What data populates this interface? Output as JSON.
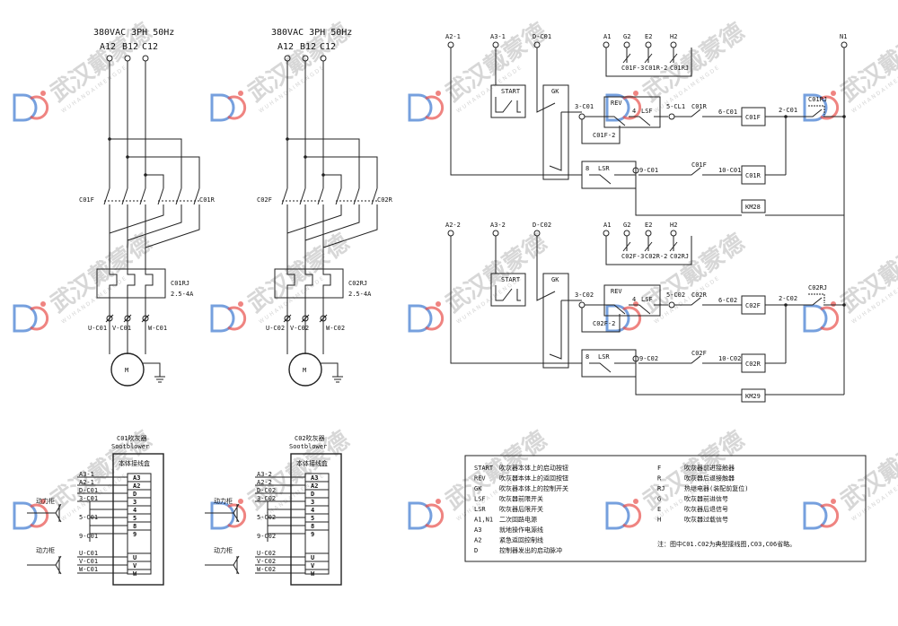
{
  "power_left": {
    "supply": "380VAC 3PH 50Hz",
    "phases": [
      "A12",
      "B12",
      "C12"
    ],
    "contactor_fwd": "C01F",
    "contactor_rev": "C01R",
    "relay": "C01RJ",
    "relay_range": "2.5-4A",
    "outputs": [
      "U-C01",
      "V-C01",
      "W-C01"
    ],
    "motor": "M"
  },
  "power_right": {
    "supply": "380VAC 3PH 50Hz",
    "phases": [
      "A12",
      "B12",
      "C12"
    ],
    "contactor_fwd": "C02F",
    "contactor_rev": "C02R",
    "relay": "C02RJ",
    "relay_range": "2.5-4A",
    "outputs": [
      "U-C02",
      "V-C02",
      "W-C02"
    ],
    "motor": "M"
  },
  "control_top": {
    "terminals": [
      "A2-1",
      "A3-1",
      "D-C01",
      "A1",
      "G2",
      "E2",
      "H2",
      "N1"
    ],
    "signals": [
      "C01F-3",
      "C01R-2",
      "C01RJ"
    ],
    "start": "START",
    "gk": "GK",
    "wire_start": "3-C01",
    "rev": "REV",
    "rev_num": "4",
    "lsf": "LSF",
    "wire_cl": "5-CL1",
    "c_rev": "C01R",
    "wire_6": "6-C01",
    "coil_f": "C01F",
    "wire_2": "2-C01",
    "rj": "C01RJ",
    "c_fwd2": "C01F-2",
    "lsr_num": "8",
    "lsr": "LSR",
    "wire_9": "9-C01",
    "c_fwd": "C01F",
    "wire_10": "10-C01",
    "coil_r": "C01R",
    "km": "KM28"
  },
  "control_bottom": {
    "terminals": [
      "A2-2",
      "A3-2",
      "D-C02",
      "A1",
      "G2",
      "E2",
      "H2"
    ],
    "signals": [
      "C02F-3",
      "C02R-2",
      "C02RJ"
    ],
    "start": "START",
    "gk": "GK",
    "wire_start": "3-C02",
    "rev": "REV",
    "rev_num": "4",
    "lsf": "LSF",
    "wire_cl": "5-C02",
    "c_rev": "C02R",
    "wire_6": "6-C02",
    "coil_f": "C02F",
    "wire_2": "2-C02",
    "rj": "C02RJ",
    "c_fwd2": "C02F-2",
    "lsr_num": "8",
    "lsr": "LSR",
    "wire_9": "9-C02",
    "c_fwd": "C02F",
    "wire_10": "10-C02",
    "coil_r": "C02R",
    "km": "KM29"
  },
  "term_left": {
    "title": "C01吹灰器",
    "subtitle": "Sootblower",
    "box_title": "本体接线盒",
    "wires": [
      "A3-1",
      "A2-1",
      "D-C01",
      "3-C01",
      "5-C01",
      "9-C01",
      "U-C01",
      "V-C01",
      "W-C01"
    ],
    "terms": [
      "A3",
      "A2",
      "D",
      "3",
      "4",
      "5",
      "8",
      "9",
      "U",
      "V",
      "W"
    ],
    "cabinet1": "动力柜",
    "cabinet2": "动力柜"
  },
  "term_right": {
    "title": "C02吹灰器",
    "subtitle": "Sootblower",
    "box_title": "本体接线盒",
    "wires": [
      "A3-2",
      "A2-2",
      "D-C02",
      "3-C02",
      "5-C02",
      "9-C02",
      "U-C02",
      "V-C02",
      "W-C02"
    ],
    "terms": [
      "A3",
      "A2",
      "D",
      "3",
      "4",
      "5",
      "8",
      "9",
      "U",
      "V",
      "W"
    ],
    "cabinet1": "动力柜",
    "cabinet2": "动力柜"
  },
  "legend": {
    "left": [
      [
        "START",
        "吹灰器本体上的启动按钮"
      ],
      [
        "REV",
        "吹灰器本体上的返回按钮"
      ],
      [
        "GK",
        "吹灰器本体上的控制开关"
      ],
      [
        "LSF",
        "吹灰器前限开关"
      ],
      [
        "LSR",
        "吹灰器后限开关"
      ],
      [
        "A1,N1",
        "二次回路电源"
      ],
      [
        "A3",
        "就地操作电源线"
      ],
      [
        "A2",
        "紧急返回控制线"
      ],
      [
        "D",
        "控制器发出的启动脉冲"
      ]
    ],
    "right": [
      [
        "F",
        "吹灰器前进接触器"
      ],
      [
        "R",
        "吹灰器后退接触器"
      ],
      [
        "RJ",
        "热继电器(装配前复位)"
      ],
      [
        "G",
        "吹灰器前进信号"
      ],
      [
        "E",
        "吹灰器后退信号"
      ],
      [
        "H",
        "吹灰器过载信号"
      ]
    ],
    "note": "注：图中C01.C02为典型接线图,C03,C06省略。"
  },
  "watermark": {
    "text": "武汉戴蒙德",
    "sub": "WUHANDAIMENGDE",
    "logo_red": "#e8504c",
    "logo_blue": "#3c78d0"
  }
}
